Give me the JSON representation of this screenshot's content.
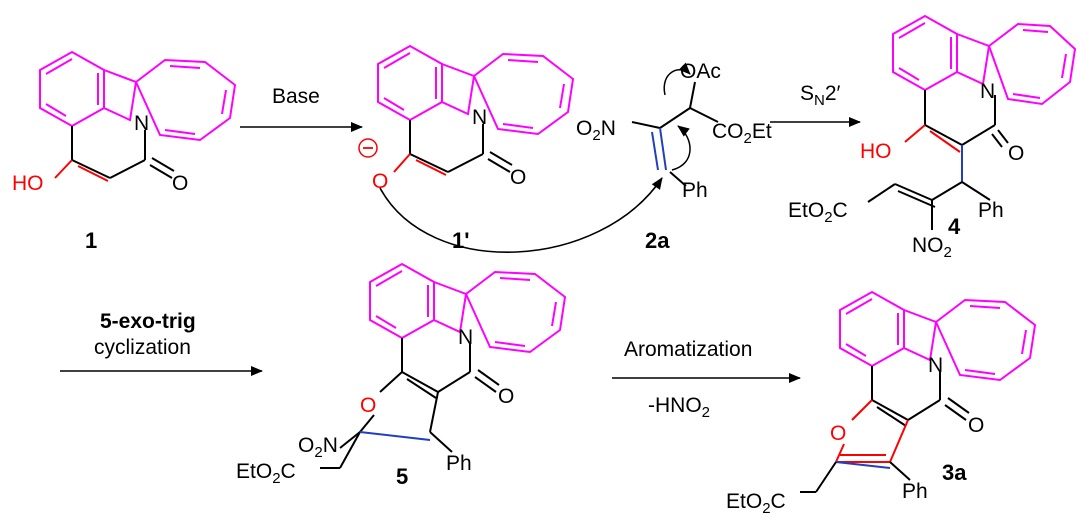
{
  "colors": {
    "ring": "#ff00ff",
    "bond": "#000000",
    "hetero": "#ff0000",
    "newbond": "#1f3fbf"
  },
  "compounds": {
    "c1": "1",
    "c1p": "1'",
    "c2a": "2a",
    "c4": "4",
    "c5": "5",
    "c3a": "3a"
  },
  "steps": {
    "step1": "Base",
    "step2": "S",
    "step2_sub": "N",
    "step2_tail": "2′",
    "step3_bold": "5-exo-trig",
    "step3_text": "cyclization",
    "step4": "Aromatization",
    "step4_loss": "-HNO",
    "step4_loss_sub": "2"
  },
  "labels": {
    "HO": "HO",
    "O": "O",
    "N": "N",
    "minus": "−",
    "OAc": "OAc",
    "O2N_a": "O",
    "O2N_sub": "2",
    "O2N_b": "N",
    "CO2Et_a": "CO",
    "CO2Et_sub": "2",
    "CO2Et_b": "Et",
    "Ph": "Ph",
    "EtO2C_a": "EtO",
    "EtO2C_sub": "2",
    "EtO2C_b": "C",
    "NO2_a": "NO",
    "NO2_sub": "2"
  }
}
